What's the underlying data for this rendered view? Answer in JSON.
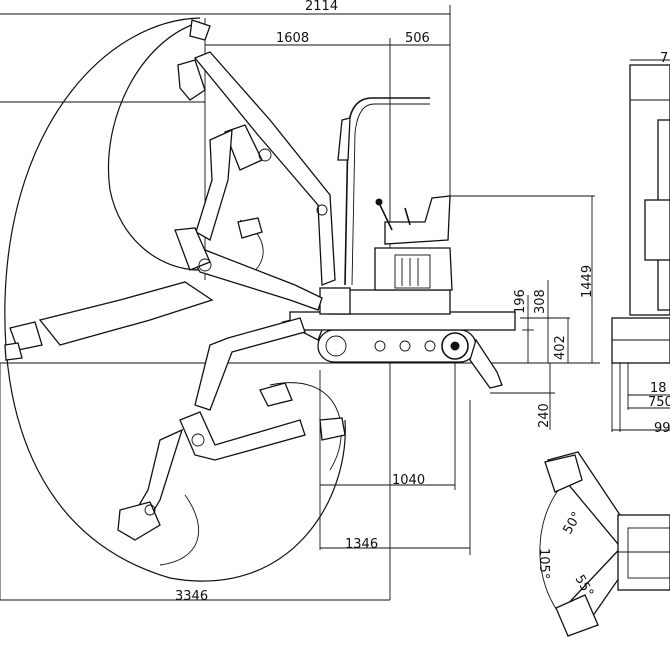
{
  "diagram": {
    "dimensions": {
      "top_overall": "2114",
      "top_inner": "1608",
      "top_right": "506",
      "bottom_overall": "3346",
      "mid_horizontal": "1040",
      "lower_horizontal": "1346",
      "v_196": "196",
      "v_308": "308",
      "v_402": "402",
      "v_240": "240",
      "v_1449": "1449",
      "front_top_partial": "7",
      "front_1": "18",
      "front_2": "750",
      "front_3": "99"
    },
    "swing_angles": {
      "left": "105°",
      "upper": "50°",
      "lower": "55°"
    }
  }
}
